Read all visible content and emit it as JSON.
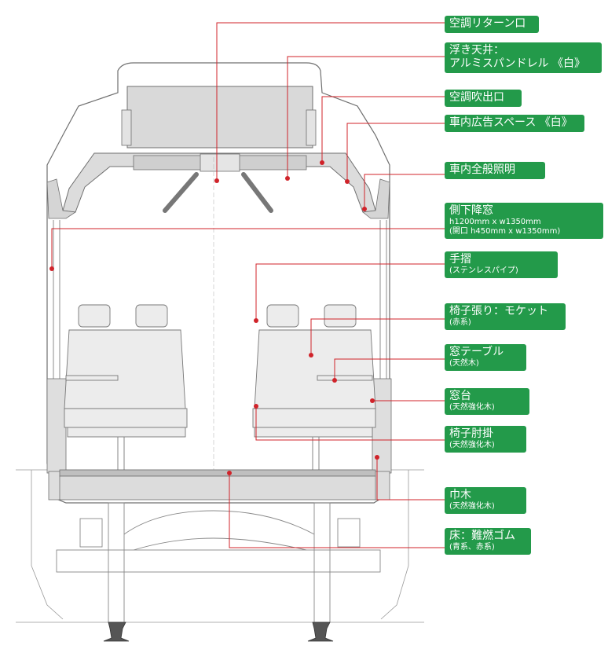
{
  "labels": [
    {
      "name": "label-return-vent",
      "title": "空調リターン口",
      "lines": []
    },
    {
      "name": "label-floating-ceiling",
      "title": "浮き天井：",
      "lines": [
        "アルミスパンドレル 《白》"
      ]
    },
    {
      "name": "label-ac-outlet",
      "title": "空調吹出口",
      "lines": []
    },
    {
      "name": "label-ad-space",
      "title": "車内広告スペース 《白》",
      "lines": []
    },
    {
      "name": "label-interior-lighting",
      "title": "車内全般照明",
      "lines": []
    },
    {
      "name": "label-drop-window",
      "title": "側下降窓",
      "lines": [
        "h1200mm x w1350mm",
        "(開口 h450mm x w1350mm)"
      ]
    },
    {
      "name": "label-handrail",
      "title": "手摺",
      "lines": [
        "(ステンレスパイプ)"
      ]
    },
    {
      "name": "label-seat-upholstery",
      "title": "椅子張り：モケット",
      "lines": [
        "(赤系)"
      ]
    },
    {
      "name": "label-window-table",
      "title": "窓テーブル",
      "lines": [
        "(天然木)"
      ]
    },
    {
      "name": "label-window-sill",
      "title": "窓台",
      "lines": [
        "(天然強化木)"
      ]
    },
    {
      "name": "label-armrest",
      "title": "椅子肘掛",
      "lines": [
        "(天然強化木)"
      ]
    },
    {
      "name": "label-baseboard",
      "title": "巾木",
      "lines": [
        "(天然強化木)"
      ]
    },
    {
      "name": "label-floor",
      "title": "床：難燃ゴム",
      "lines": [
        "(青系、赤系)"
      ]
    }
  ],
  "colors": {
    "label_bg": "#239a4a",
    "leader": "#d0232a",
    "outline": "#6f6f6f"
  }
}
